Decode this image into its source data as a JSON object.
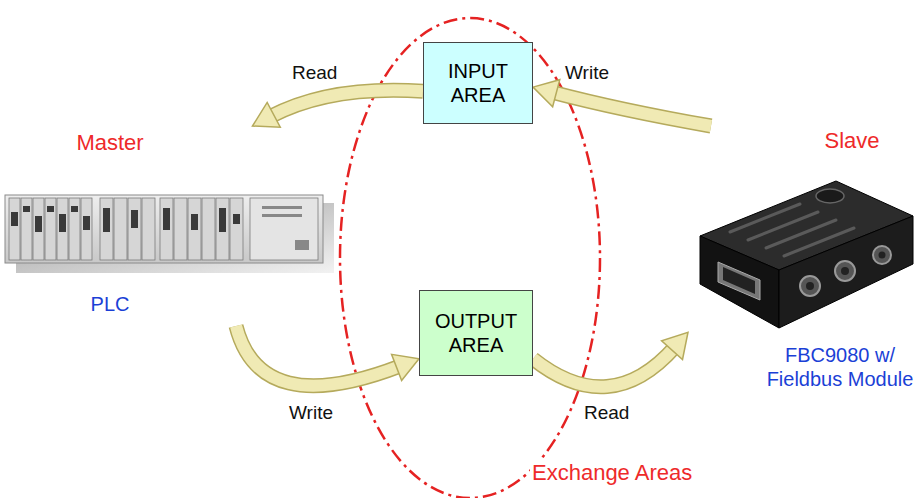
{
  "diagram": {
    "nodes": [
      {
        "text": [
          "Master",
          "PLC"
        ]
      },
      {
        "text": [
          "INPUT AREA"
        ]
      },
      {
        "text": [
          "OUTPUT AREA"
        ]
      },
      {
        "text": [
          "Slave",
          "FBC9080 w/ Fieldbus Module"
        ]
      }
    ],
    "edges": [
      {
        "from": 1,
        "to": 0,
        "label": "Read",
        "arrow": "to"
      },
      {
        "from": 3,
        "to": 1,
        "label": "Write",
        "arrow": "to"
      },
      {
        "from": 0,
        "to": 2,
        "label": "Write",
        "arrow": "to"
      },
      {
        "from": 2,
        "to": 3,
        "label": "Read",
        "arrow": "to"
      }
    ],
    "labels": [
      "Exchange Areas"
    ]
  }
}
